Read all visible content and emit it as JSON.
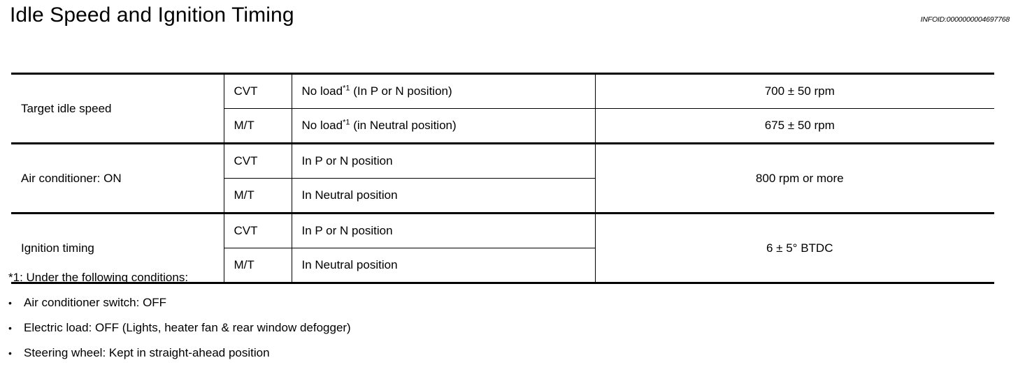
{
  "header": {
    "title": "Idle Speed and Ignition Timing",
    "infoid": "INFOID:0000000004697768"
  },
  "spec_table": {
    "groups": [
      {
        "item": "Target idle speed",
        "value_merged": false,
        "rows": [
          {
            "transmission": "CVT",
            "condition_prefix": "No load",
            "condition_footnote": "*1",
            "condition_suffix": " (In P or N position)",
            "value": "700 ± 50 rpm"
          },
          {
            "transmission": "M/T",
            "condition_prefix": "No load",
            "condition_footnote": "*1",
            "condition_suffix": " (in Neutral position)",
            "value": "675 ± 50 rpm"
          }
        ]
      },
      {
        "item": "Air conditioner: ON",
        "value_merged": true,
        "merged_value": "800 rpm or more",
        "rows": [
          {
            "transmission": "CVT",
            "condition_prefix": "In P or N position",
            "condition_footnote": "",
            "condition_suffix": "",
            "value": ""
          },
          {
            "transmission": "M/T",
            "condition_prefix": "In Neutral position",
            "condition_footnote": "",
            "condition_suffix": "",
            "value": ""
          }
        ]
      },
      {
        "item": "Ignition timing",
        "value_merged": true,
        "merged_value": "6 ± 5° BTDC",
        "rows": [
          {
            "transmission": "CVT",
            "condition_prefix": "In P or N position",
            "condition_footnote": "",
            "condition_suffix": "",
            "value": ""
          },
          {
            "transmission": "M/T",
            "condition_prefix": "In Neutral position",
            "condition_footnote": "",
            "condition_suffix": "",
            "value": ""
          }
        ]
      }
    ]
  },
  "footnotes": {
    "heading": "*1: Under the following conditions:",
    "bullet_glyph": "•",
    "items": [
      "Air conditioner switch: OFF",
      "Electric load: OFF (Lights, heater fan & rear window defogger)",
      "Steering wheel: Kept in straight-ahead position"
    ]
  }
}
